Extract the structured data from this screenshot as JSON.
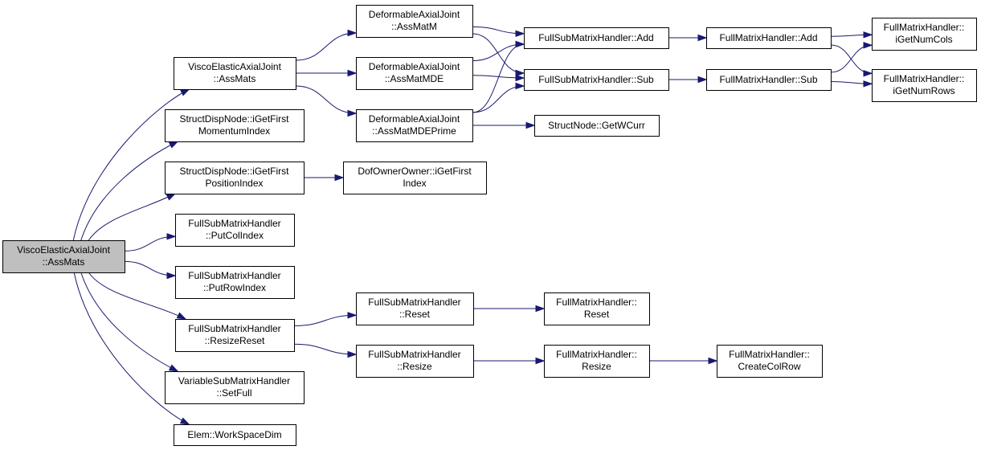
{
  "colors": {
    "edge": "#191970",
    "node_fill": "#ffffff",
    "root_fill": "#bfbfbf",
    "border": "#000000"
  },
  "nodes": {
    "root": [
      "ViscoElasticAxialJoint",
      "::AssMats"
    ],
    "vej_assmats": [
      "ViscoElasticAxialJoint",
      "::AssMats"
    ],
    "sdn_momentum": [
      "StructDispNode::iGetFirst",
      "MomentumIndex"
    ],
    "sdn_position": [
      "StructDispNode::iGetFirst",
      "PositionIndex"
    ],
    "fsmh_putcol": [
      "FullSubMatrixHandler",
      "::PutColIndex"
    ],
    "fsmh_putrow": [
      "FullSubMatrixHandler",
      "::PutRowIndex"
    ],
    "fsmh_resizereset": [
      "FullSubMatrixHandler",
      "::ResizeReset"
    ],
    "vsmh_setfull": [
      "VariableSubMatrixHandler",
      "::SetFull"
    ],
    "elem_wsd": [
      "Elem::WorkSpaceDim"
    ],
    "daj_assmatm": [
      "DeformableAxialJoint",
      "::AssMatM"
    ],
    "daj_assmatmde": [
      "DeformableAxialJoint",
      "::AssMatMDE"
    ],
    "daj_assmatmdeprime": [
      "DeformableAxialJoint",
      "::AssMatMDEPrime"
    ],
    "dof_getfirst": [
      "DofOwnerOwner::iGetFirst",
      "Index"
    ],
    "fsmh_reset": [
      "FullSubMatrixHandler",
      "::Reset"
    ],
    "fsmh_resize": [
      "FullSubMatrixHandler",
      "::Resize"
    ],
    "fsmh_add": [
      "FullSubMatrixHandler::Add"
    ],
    "fsmh_sub": [
      "FullSubMatrixHandler::Sub"
    ],
    "sn_getwcurr": [
      "StructNode::GetWCurr"
    ],
    "fmh_reset": [
      "FullMatrixHandler::",
      "Reset"
    ],
    "fmh_resize": [
      "FullMatrixHandler::",
      "Resize"
    ],
    "fmh_add": [
      "FullMatrixHandler::Add"
    ],
    "fmh_sub": [
      "FullMatrixHandler::Sub"
    ],
    "fmh_createcolrow": [
      "FullMatrixHandler::",
      "CreateColRow"
    ],
    "fmh_getnumcols": [
      "FullMatrixHandler::",
      "iGetNumCols"
    ],
    "fmh_getnumrows": [
      "FullMatrixHandler::",
      "iGetNumRows"
    ]
  },
  "edges": [
    [
      "root",
      "vej_assmats"
    ],
    [
      "root",
      "sdn_momentum"
    ],
    [
      "root",
      "sdn_position"
    ],
    [
      "root",
      "fsmh_putcol"
    ],
    [
      "root",
      "fsmh_putrow"
    ],
    [
      "root",
      "fsmh_resizereset"
    ],
    [
      "root",
      "vsmh_setfull"
    ],
    [
      "root",
      "elem_wsd"
    ],
    [
      "vej_assmats",
      "daj_assmatm"
    ],
    [
      "vej_assmats",
      "daj_assmatmde"
    ],
    [
      "vej_assmats",
      "daj_assmatmdeprime"
    ],
    [
      "sdn_position",
      "dof_getfirst"
    ],
    [
      "fsmh_resizereset",
      "fsmh_reset"
    ],
    [
      "fsmh_resizereset",
      "fsmh_resize"
    ],
    [
      "daj_assmatm",
      "fsmh_add"
    ],
    [
      "daj_assmatm",
      "fsmh_sub"
    ],
    [
      "daj_assmatmde",
      "fsmh_add"
    ],
    [
      "daj_assmatmde",
      "fsmh_sub"
    ],
    [
      "daj_assmatmdeprime",
      "fsmh_add"
    ],
    [
      "daj_assmatmdeprime",
      "fsmh_sub"
    ],
    [
      "daj_assmatmdeprime",
      "sn_getwcurr"
    ],
    [
      "fsmh_reset",
      "fmh_reset"
    ],
    [
      "fsmh_resize",
      "fmh_resize"
    ],
    [
      "fsmh_add",
      "fmh_add"
    ],
    [
      "fsmh_sub",
      "fmh_sub"
    ],
    [
      "fmh_resize",
      "fmh_createcolrow"
    ],
    [
      "fmh_add",
      "fmh_getnumcols"
    ],
    [
      "fmh_add",
      "fmh_getnumrows"
    ],
    [
      "fmh_sub",
      "fmh_getnumcols"
    ],
    [
      "fmh_sub",
      "fmh_getnumrows"
    ]
  ]
}
